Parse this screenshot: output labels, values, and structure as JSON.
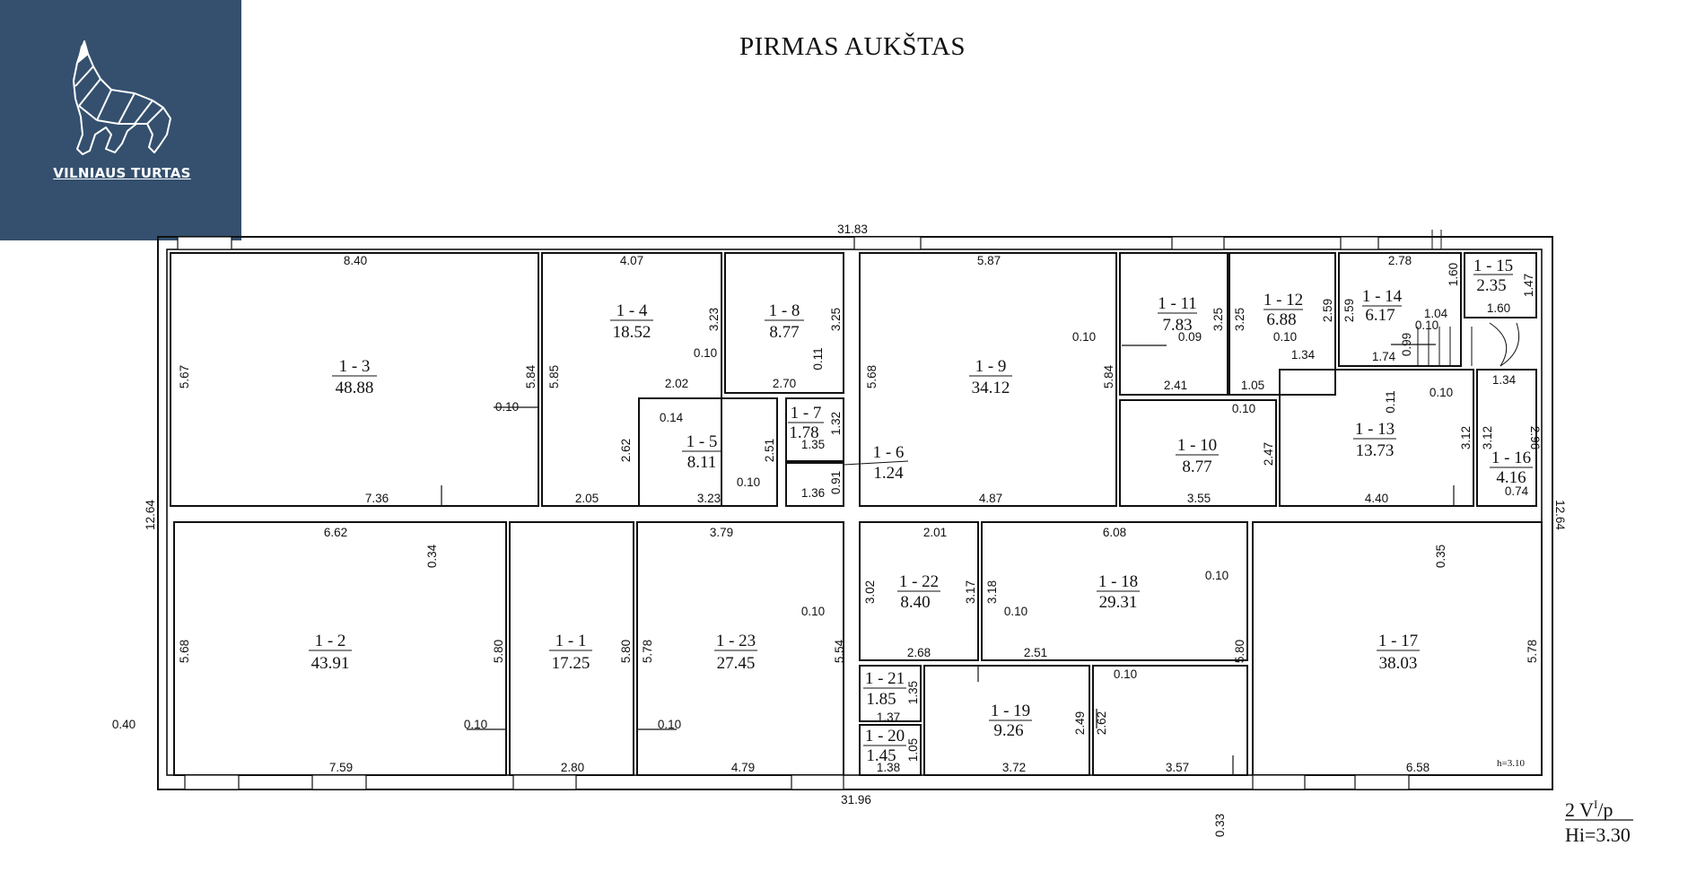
{
  "brand": {
    "name": "VILNIAUS TURTAS",
    "color": "#34506e"
  },
  "title": "PIRMAS AUKŠTAS",
  "overall": {
    "top": "31.83",
    "bottom": "31.96",
    "left": "12.64",
    "right": "12.64",
    "left_offset": "0.40",
    "bottom_offset": "0.33"
  },
  "rooms": [
    {
      "id": "1 - 1",
      "area": "17.25"
    },
    {
      "id": "1 - 2",
      "area": "43.91"
    },
    {
      "id": "1 - 3",
      "area": "48.88"
    },
    {
      "id": "1 - 4",
      "area": "18.52"
    },
    {
      "id": "1 - 5",
      "area": "8.11"
    },
    {
      "id": "1 - 6",
      "area": "1.24"
    },
    {
      "id": "1 - 7",
      "area": "1.78"
    },
    {
      "id": "1 - 8",
      "area": "8.77"
    },
    {
      "id": "1 - 9",
      "area": "34.12"
    },
    {
      "id": "1 - 10",
      "area": "8.77"
    },
    {
      "id": "1 - 11",
      "area": "7.83"
    },
    {
      "id": "1 - 12",
      "area": "6.88"
    },
    {
      "id": "1 - 13",
      "area": "13.73"
    },
    {
      "id": "1 - 14",
      "area": "6.17"
    },
    {
      "id": "1 - 15",
      "area": "2.35"
    },
    {
      "id": "1 - 16",
      "area": "4.16"
    },
    {
      "id": "1 - 17",
      "area": "38.03"
    },
    {
      "id": "1 - 18",
      "area": "29.31"
    },
    {
      "id": "1 - 19",
      "area": "9.26"
    },
    {
      "id": "1 - 20",
      "area": "1.45"
    },
    {
      "id": "1 - 21",
      "area": "1.85"
    },
    {
      "id": "1 - 22",
      "area": "8.40"
    },
    {
      "id": "1 - 23",
      "area": "27.45"
    }
  ],
  "dims_h": [
    "8.40",
    "4.07",
    "5.87",
    "2.78",
    "7.36",
    "2.05",
    "3.23",
    "1.36",
    "4.87",
    "3.55",
    "4.40",
    "0.74",
    "6.62",
    "3.79",
    "2.01",
    "6.08",
    "2.68",
    "2.51",
    "7.59",
    "2.80",
    "4.79",
    "1.38",
    "3.72",
    "3.57",
    "6.58",
    "2.02",
    "2.70",
    "1.35",
    "2.41",
    "1.05",
    "1.34",
    "1.74",
    "1.04",
    "1.60",
    "1.34",
    "1.37",
    "0.10",
    "0.10",
    "0.10",
    "0.10",
    "0.10",
    "0.10",
    "0.10",
    "0.10",
    "0.10",
    "0.10",
    "0.10",
    "0.10",
    "0.10",
    "0.10",
    "0.14",
    "0.09"
  ],
  "dims_v": [
    "5.67",
    "5.84",
    "5.85",
    "3.23",
    "3.25",
    "0.11",
    "2.62",
    "2.51",
    "1.32",
    "0.91",
    "5.68",
    "5.84",
    "3.25",
    "3.25",
    "2.59",
    "2.59",
    "0.99",
    "1.60",
    "1.47",
    "0.11",
    "2.47",
    "3.12",
    "3.12",
    "2.96",
    "0.34",
    "5.68",
    "5.80",
    "5.80",
    "5.78",
    "5.54",
    "3.02",
    "3.17",
    "3.18",
    "5.80",
    "0.35",
    "5.78",
    "1.35",
    "1.05",
    "2.49",
    "2.62"
  ],
  "notes": {
    "h": "h=3.10",
    "level": "2 V",
    "level_sup": "I",
    "level_suffix": "/p",
    "hi": "Hi=3.30"
  }
}
